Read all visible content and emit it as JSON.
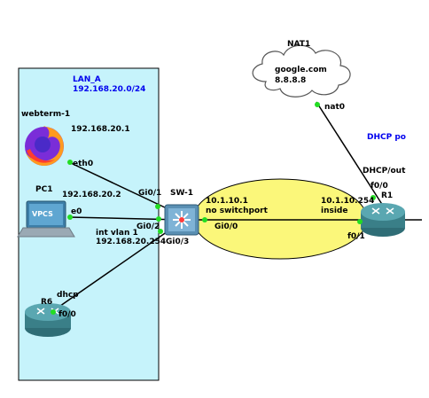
{
  "zone": {
    "name": "LAN_A",
    "subnet": "192.168.20.0/24",
    "fill": "#c6f3fb",
    "text_color": "#0000ee"
  },
  "nodes": {
    "nat": {
      "name": "NAT1",
      "text": "google.com",
      "dns": "8.8.8.8",
      "port": "nat0"
    },
    "webterm": {
      "name": "webterm-1",
      "ip": "192.168.20.1",
      "port": "eth0"
    },
    "pc": {
      "name": "PC1",
      "badge": "VPCS",
      "ip": "192.168.20.2",
      "port": "e0"
    },
    "switch": {
      "name": "SW-1",
      "port_gi01": "Gi0/1",
      "port_gi02": "Gi0/2",
      "port_gi03": "Gi0/3",
      "port_gi00": "Gi0/0",
      "svi_label": "int vlan 1",
      "svi_ip": "192.168.20.254",
      "routed_ip": "10.1.10.1",
      "routed_note": "no switchport"
    },
    "r1": {
      "name": "R1",
      "dhcp_pool_note": "DHCP po",
      "dhcp_note": "DHCP/out",
      "port_f00": "f0/0",
      "port_f01": "f0/1",
      "ip": "10.1.10.254",
      "nat_side": "inside"
    },
    "r6": {
      "name": "R6",
      "role": "dhcp",
      "port": "f0/0"
    }
  },
  "colors": {
    "link_dot": "#22dd22",
    "ellipse_fill": "#fbf77a",
    "router_teal": "#4a9aa5"
  }
}
